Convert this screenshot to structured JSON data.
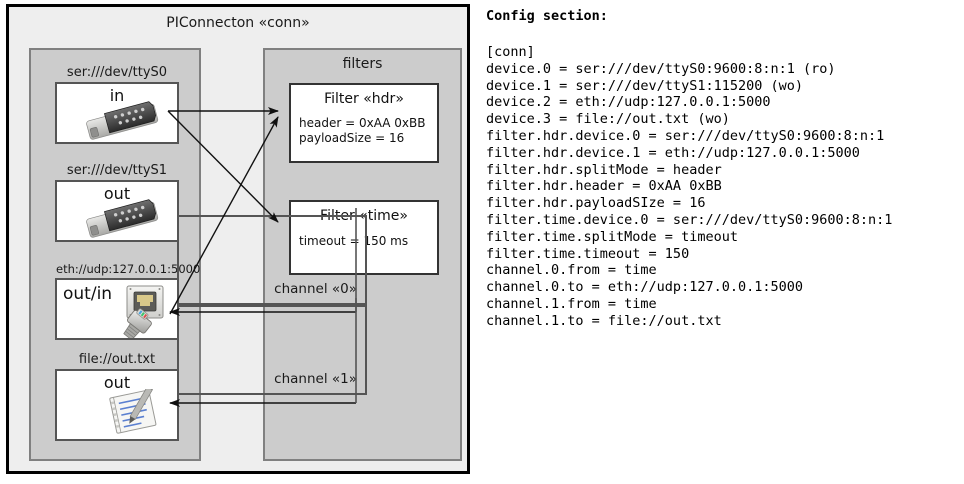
{
  "diagram": {
    "outer": {
      "title": "PIConnecton «conn»"
    },
    "devices_panel": {
      "title": "",
      "items": [
        {
          "label": "ser:///dev/ttyS0",
          "label_style": "center",
          "direction": "in",
          "direction_pos": "center",
          "icon": "serial-port-icon"
        },
        {
          "label": "ser:///dev/ttyS1",
          "label_style": "center",
          "direction": "out",
          "direction_pos": "center",
          "icon": "serial-port-icon"
        },
        {
          "label": "eth://udp:127.0.0.1:5000",
          "label_style": "small",
          "direction": "out/in",
          "direction_pos": "left",
          "icon": "ethernet-socket-icon"
        },
        {
          "label": "file://out.txt",
          "label_style": "center",
          "direction": "out",
          "direction_pos": "center",
          "icon": "text-file-icon"
        }
      ]
    },
    "filters_panel": {
      "title": "filters",
      "filters": [
        {
          "name": "Filter «hdr»",
          "props": [
            "header = 0xAA 0xBB",
            "payloadSize = 16"
          ]
        },
        {
          "name": "Filter «time»",
          "props": [
            "timeout = 150 ms"
          ]
        }
      ]
    },
    "channels": [
      {
        "label": "channel «0»"
      },
      {
        "label": "channel «1»"
      }
    ]
  },
  "config": {
    "heading": "Config section:",
    "lines": [
      "[conn]",
      "device.0 = ser:///dev/ttyS0:9600:8:n:1 (ro)",
      "device.1 = ser:///dev/ttyS1:115200 (wo)",
      "device.2 = eth://udp:127.0.0.1:5000",
      "device.3 = file://out.txt (wo)",
      "filter.hdr.device.0 = ser:///dev/ttyS0:9600:8:n:1",
      "filter.hdr.device.1 = eth://udp:127.0.0.1:5000",
      "filter.hdr.splitMode = header",
      "filter.hdr.header = 0xAA 0xBB",
      "filter.hdr.payloadSIze = 16",
      "filter.time.device.0 = ser:///dev/ttyS0:9600:8:n:1",
      "filter.time.splitMode = timeout",
      "filter.time.timeout = 150",
      "channel.0.from = time",
      "channel.0.to = eth://udp:127.0.0.1:5000",
      "channel.1.from = time",
      "channel.1.to = file://out.txt"
    ]
  },
  "colors": {
    "outer_bg": "#eeeeee",
    "panel_bg": "#cccccc",
    "box_bg": "#ffffff",
    "stroke": "#333333"
  }
}
